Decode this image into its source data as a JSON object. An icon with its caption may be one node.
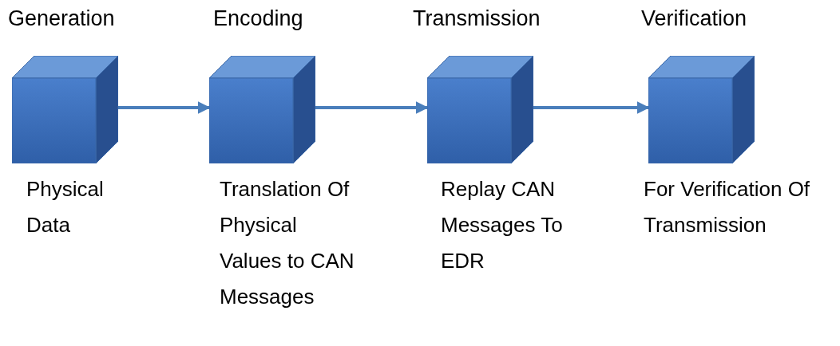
{
  "diagram": {
    "nodes": [
      {
        "text": [
          "Generation"
        ],
        "beside": [
          "Physical Data"
        ]
      },
      {
        "text": [
          "Encoding"
        ],
        "beside": [
          "Translation Of Physical Values to CAN Messages"
        ]
      },
      {
        "text": [
          "Transmission"
        ],
        "beside": [
          "Replay CAN Messages To EDR"
        ]
      },
      {
        "text": [
          "Verification"
        ],
        "beside": [
          "For Verification Of Transmission"
        ]
      }
    ],
    "edges": [
      {
        "from": 0,
        "to": 1,
        "arrow": "to"
      },
      {
        "from": 1,
        "to": 2,
        "arrow": "to"
      },
      {
        "from": 2,
        "to": 3,
        "arrow": "to"
      }
    ]
  }
}
